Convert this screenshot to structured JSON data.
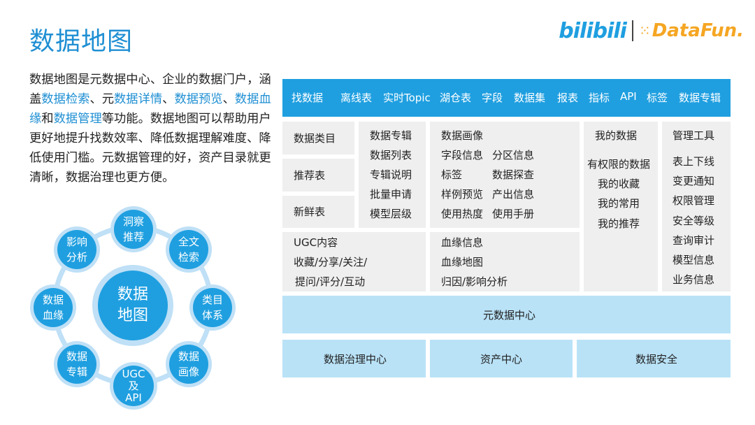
{
  "title": "数据地图",
  "logo": {
    "bilibili": "bilibili",
    "datafun": "DataFun."
  },
  "intro": {
    "p1": "数据地图是元数据中心、企业的数据门户，涵盖",
    "h1": "数据检索",
    "p2": "、元",
    "h2": "数据详情",
    "p3": "、",
    "h3": "数据预览",
    "p4": "、",
    "h4": "数据血缘",
    "p5": "和",
    "h5": "数据管理",
    "p6": "等功能。数据地图可以帮助用户更好地提升找数效率、降低数据理解难度、降低使用门槛。元数据管理的好，资产目录就更清晰，数据治理也更方便。"
  },
  "cycle": {
    "center": [
      "数据",
      "地图"
    ],
    "nodes": [
      [
        "洞察",
        "推荐"
      ],
      [
        "全文",
        "检索"
      ],
      [
        "类目",
        "体系"
      ],
      [
        "数据",
        "画像"
      ],
      [
        "UGC",
        "及",
        "API"
      ],
      [
        "数据",
        "专辑"
      ],
      [
        "数据",
        "血缘"
      ],
      [
        "影响",
        "分析"
      ]
    ]
  },
  "topbar": [
    "找数据",
    "离线表",
    "实时Topic",
    "湖仓表",
    "字段",
    "数据集",
    "报表",
    "指标",
    "API",
    "标签",
    "数据专辑"
  ],
  "left_col": [
    "数据类目",
    "推荐表",
    "新鲜表"
  ],
  "album": [
    "数据专辑",
    "数据列表",
    "专辑说明",
    "批量申请",
    "模型层级"
  ],
  "portrait": {
    "title": "数据画像",
    "rows": [
      [
        "字段信息",
        "分区信息"
      ],
      [
        "标签",
        "数据探查"
      ],
      [
        "样例预览",
        "产出信息"
      ],
      [
        "使用热度",
        "使用手册"
      ]
    ]
  },
  "my_data": [
    "我的数据",
    "有权限的数据",
    "我的收藏",
    "我的常用",
    "我的推荐"
  ],
  "admin": [
    "管理工具",
    "表上下线",
    "变更通知",
    "权限管理",
    "安全等级",
    "查询审计",
    "模型信息",
    "业务信息"
  ],
  "ugc": [
    "UGC内容",
    "收藏/分享/关注/",
    "提问/评分/互动"
  ],
  "lineage": [
    "血缘信息",
    "血缘地图",
    "归因/影响分析"
  ],
  "metadata_center": "元数据中心",
  "bottom": [
    "数据治理中心",
    "资产中心",
    "数据安全"
  ]
}
